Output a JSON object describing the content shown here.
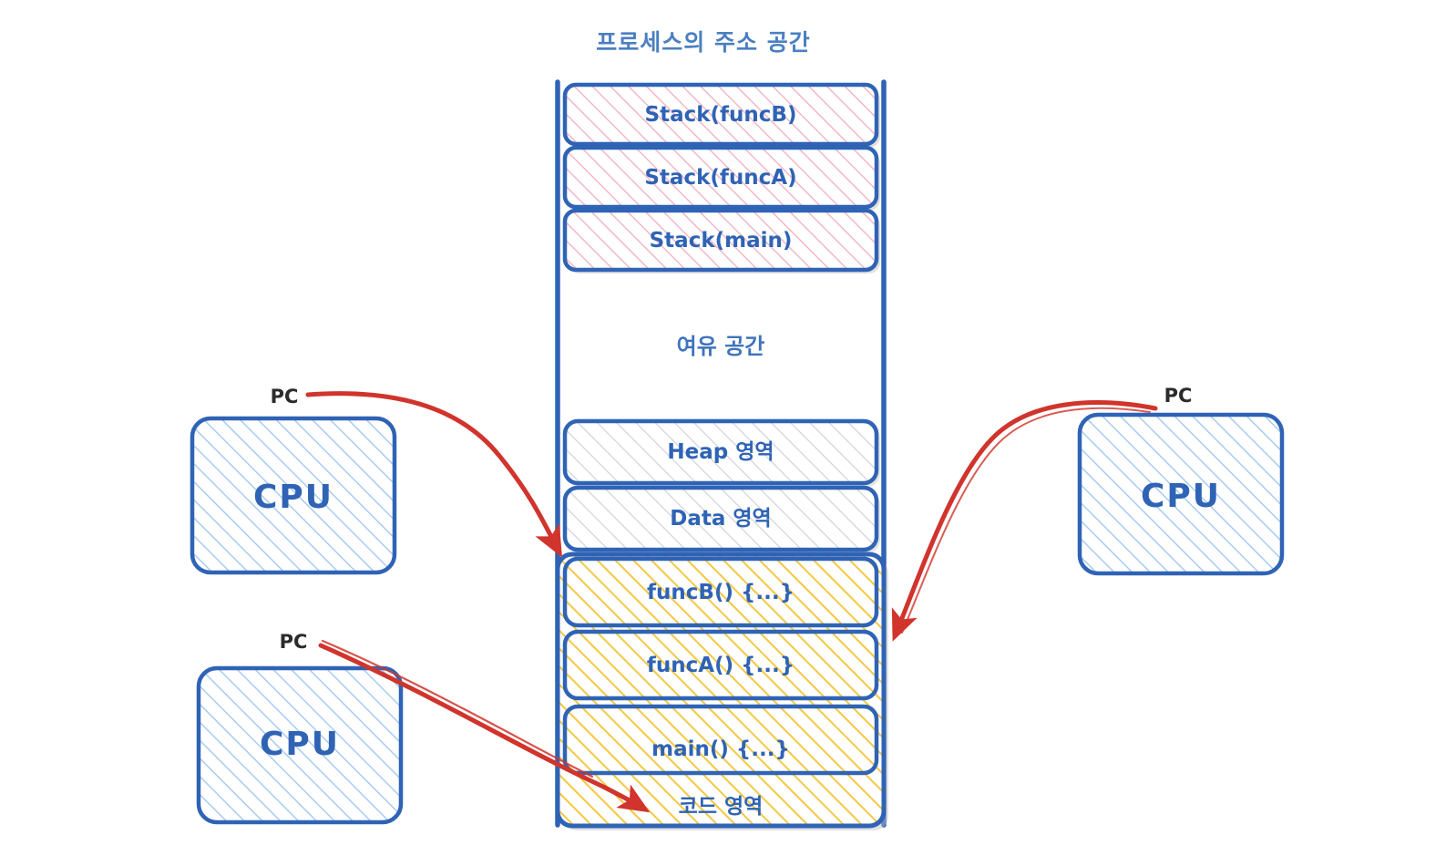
{
  "diagram": {
    "title": "프로세스의 주소 공간",
    "colors": {
      "stroke_blue": "#2f63b5",
      "title_blue": "#4a7fc1",
      "arrow_red": "#d0342c",
      "pc_text": "#2b2b2b",
      "stack_hatch": "#f2b8c6",
      "gray_hatch": "#c9ccd4",
      "code_hatch": "#f5c842",
      "cpu_hatch": "#a8ccf0",
      "background": "#ffffff"
    },
    "address_space": {
      "stack_blocks": [
        {
          "label": "Stack(funcB)"
        },
        {
          "label": "Stack(funcA)"
        },
        {
          "label": "Stack(main)"
        }
      ],
      "free_space": {
        "label": "여유 공간"
      },
      "heap": {
        "label": "Heap 영역"
      },
      "data": {
        "label": "Data 영역"
      },
      "code_region": {
        "label": "코드 영역",
        "functions": [
          {
            "label": "funcB() {...}"
          },
          {
            "label": "funcA() {...}"
          },
          {
            "label": "main() {...}"
          }
        ]
      }
    },
    "cpus": [
      {
        "id": "cpu-top-left",
        "label": "CPU",
        "pc_label": "PC"
      },
      {
        "id": "cpu-bottom-left",
        "label": "CPU",
        "pc_label": "PC"
      },
      {
        "id": "cpu-right",
        "label": "CPU",
        "pc_label": "PC"
      }
    ],
    "arrows": [
      {
        "id": "arrow-top-left-to-funcb",
        "from": "cpu-top-left",
        "to": "funcB() {...}"
      },
      {
        "id": "arrow-bottom-left-to-code",
        "from": "cpu-bottom-left",
        "to": "코드 영역"
      },
      {
        "id": "arrow-right-to-funca",
        "from": "cpu-right",
        "to": "funcA() {...}"
      }
    ]
  }
}
